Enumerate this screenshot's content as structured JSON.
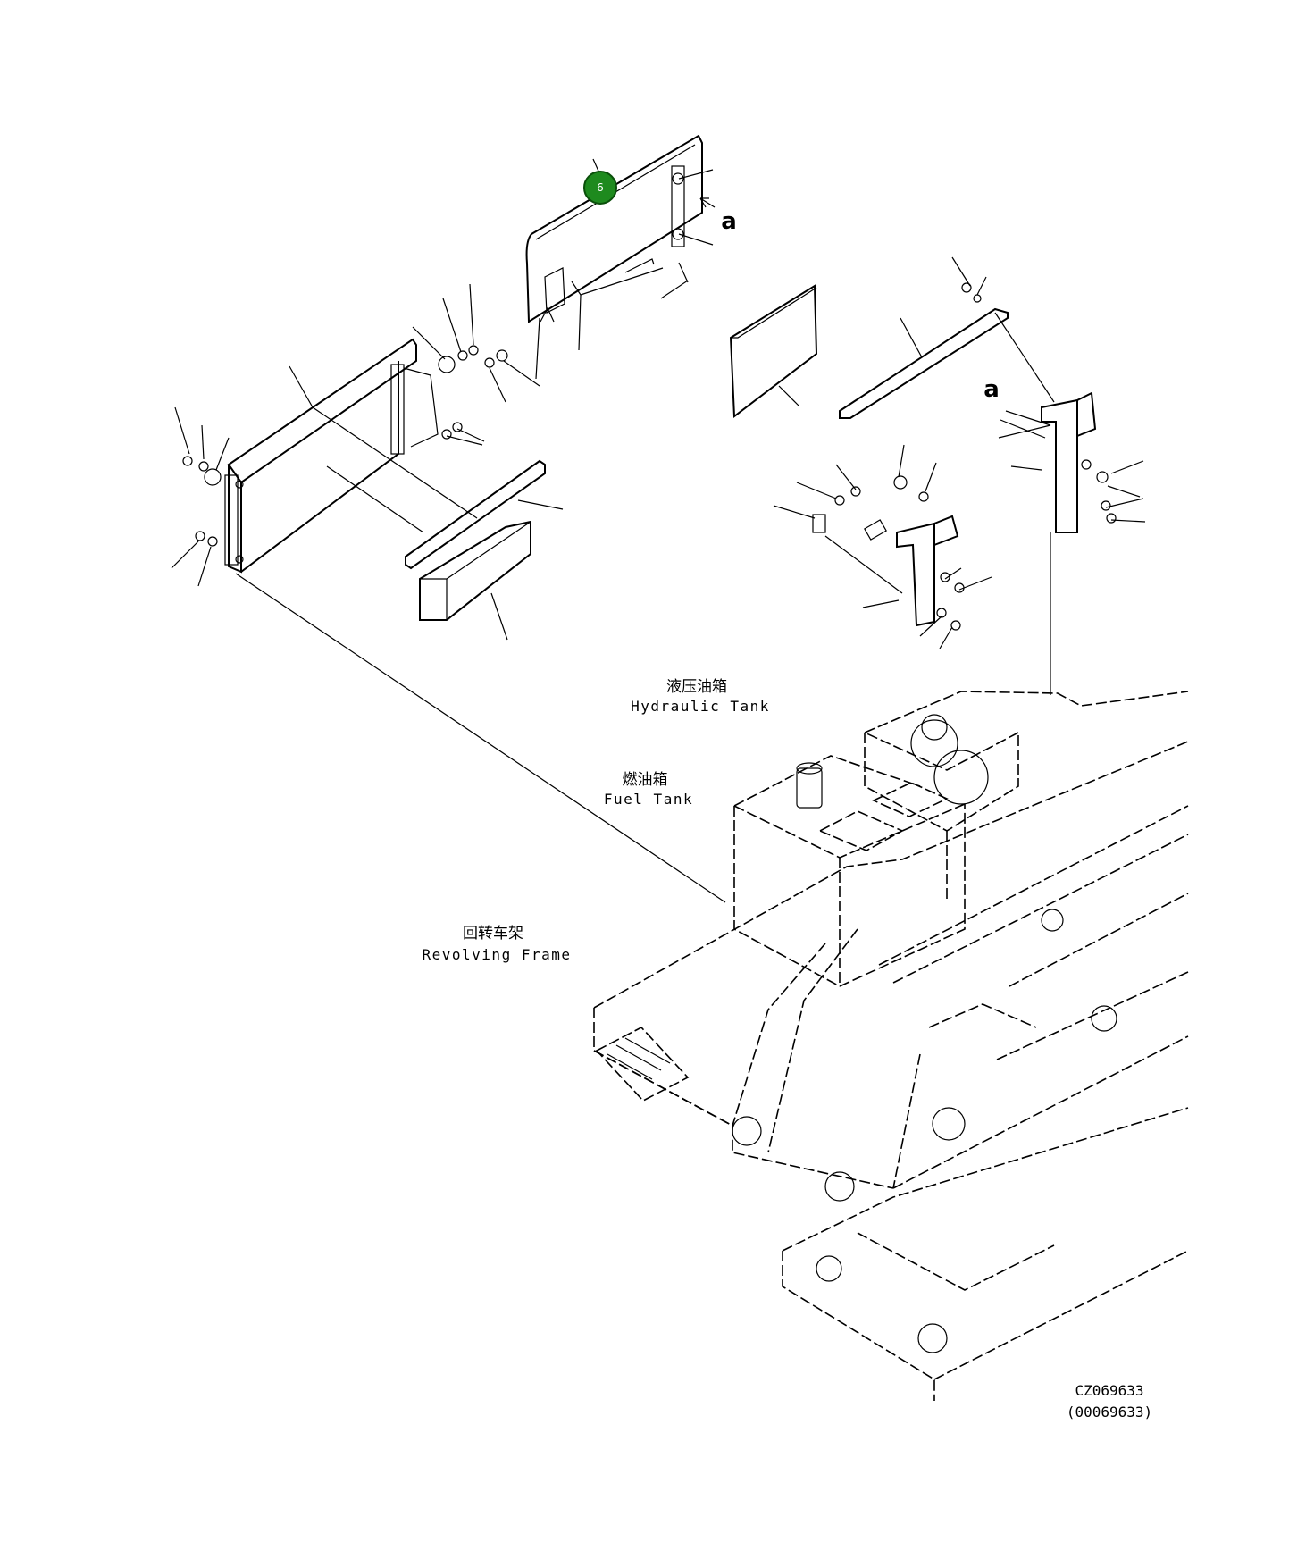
{
  "callout": {
    "number": "6"
  },
  "labels": {
    "hydraulic_tank_cn": "液压油箱",
    "hydraulic_tank_en": "Hydraulic Tank",
    "fuel_tank_cn": "燃油箱",
    "fuel_tank_en": "Fuel Tank",
    "revolving_frame_cn": "回转车架",
    "revolving_frame_en": "Revolving Frame"
  },
  "view_marks": {
    "mark_1": "a",
    "mark_2": "a"
  },
  "drawing_ref": {
    "code": "CZ069633",
    "number": "(00069633)"
  },
  "colors": {
    "callout_fill": "#1e8a1e",
    "line": "#000000",
    "background": "#ffffff"
  }
}
